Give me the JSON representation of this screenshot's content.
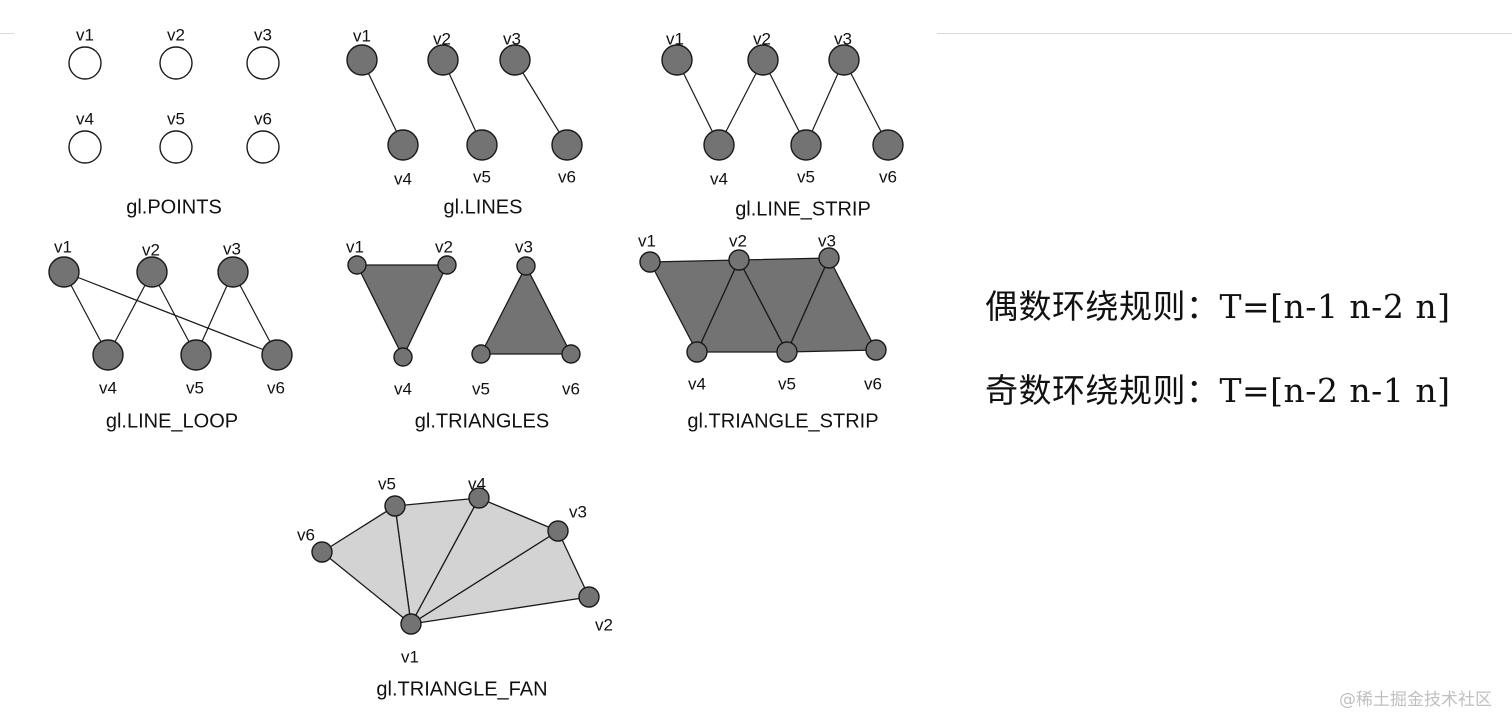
{
  "colors": {
    "fill_dark": "#737373",
    "fill_light": "#d3d3d3",
    "stroke": "#1a1a1a",
    "open_fill": "#ffffff"
  },
  "panels": [
    {
      "id": "points",
      "title": "gl.POINTS",
      "vertices": [
        {
          "label": "v1"
        },
        {
          "label": "v2"
        },
        {
          "label": "v3"
        },
        {
          "label": "v4"
        },
        {
          "label": "v5"
        },
        {
          "label": "v6"
        }
      ]
    },
    {
      "id": "lines",
      "title": "gl.LINES",
      "vertices": [
        {
          "label": "v1"
        },
        {
          "label": "v2"
        },
        {
          "label": "v3"
        },
        {
          "label": "v4"
        },
        {
          "label": "v5"
        },
        {
          "label": "v6"
        }
      ]
    },
    {
      "id": "line_strip",
      "title": "gl.LINE_STRIP",
      "vertices": [
        {
          "label": "v1"
        },
        {
          "label": "v2"
        },
        {
          "label": "v3"
        },
        {
          "label": "v4"
        },
        {
          "label": "v5"
        },
        {
          "label": "v6"
        }
      ]
    },
    {
      "id": "line_loop",
      "title": "gl.LINE_LOOP",
      "vertices": [
        {
          "label": "v1"
        },
        {
          "label": "v2"
        },
        {
          "label": "v3"
        },
        {
          "label": "v4"
        },
        {
          "label": "v5"
        },
        {
          "label": "v6"
        }
      ]
    },
    {
      "id": "triangles",
      "title": "gl.TRIANGLES",
      "vertices": [
        {
          "label": "v1"
        },
        {
          "label": "v2"
        },
        {
          "label": "v3"
        },
        {
          "label": "v4"
        },
        {
          "label": "v5"
        },
        {
          "label": "v6"
        }
      ]
    },
    {
      "id": "triangle_strip",
      "title": "gl.TRIANGLE_STRIP",
      "vertices": [
        {
          "label": "v1"
        },
        {
          "label": "v2"
        },
        {
          "label": "v3"
        },
        {
          "label": "v4"
        },
        {
          "label": "v5"
        },
        {
          "label": "v6"
        }
      ]
    },
    {
      "id": "triangle_fan",
      "title": "gl.TRIANGLE_FAN",
      "vertices": [
        {
          "label": "v1"
        },
        {
          "label": "v2"
        },
        {
          "label": "v3"
        },
        {
          "label": "v4"
        },
        {
          "label": "v5"
        },
        {
          "label": "v6"
        }
      ]
    }
  ],
  "rules": {
    "even": "偶数环绕规则：T=[n-1 n-2 n]",
    "odd": "奇数环绕规则：T=[n-2 n-1 n]"
  },
  "watermark": "@稀土掘金技术社区"
}
